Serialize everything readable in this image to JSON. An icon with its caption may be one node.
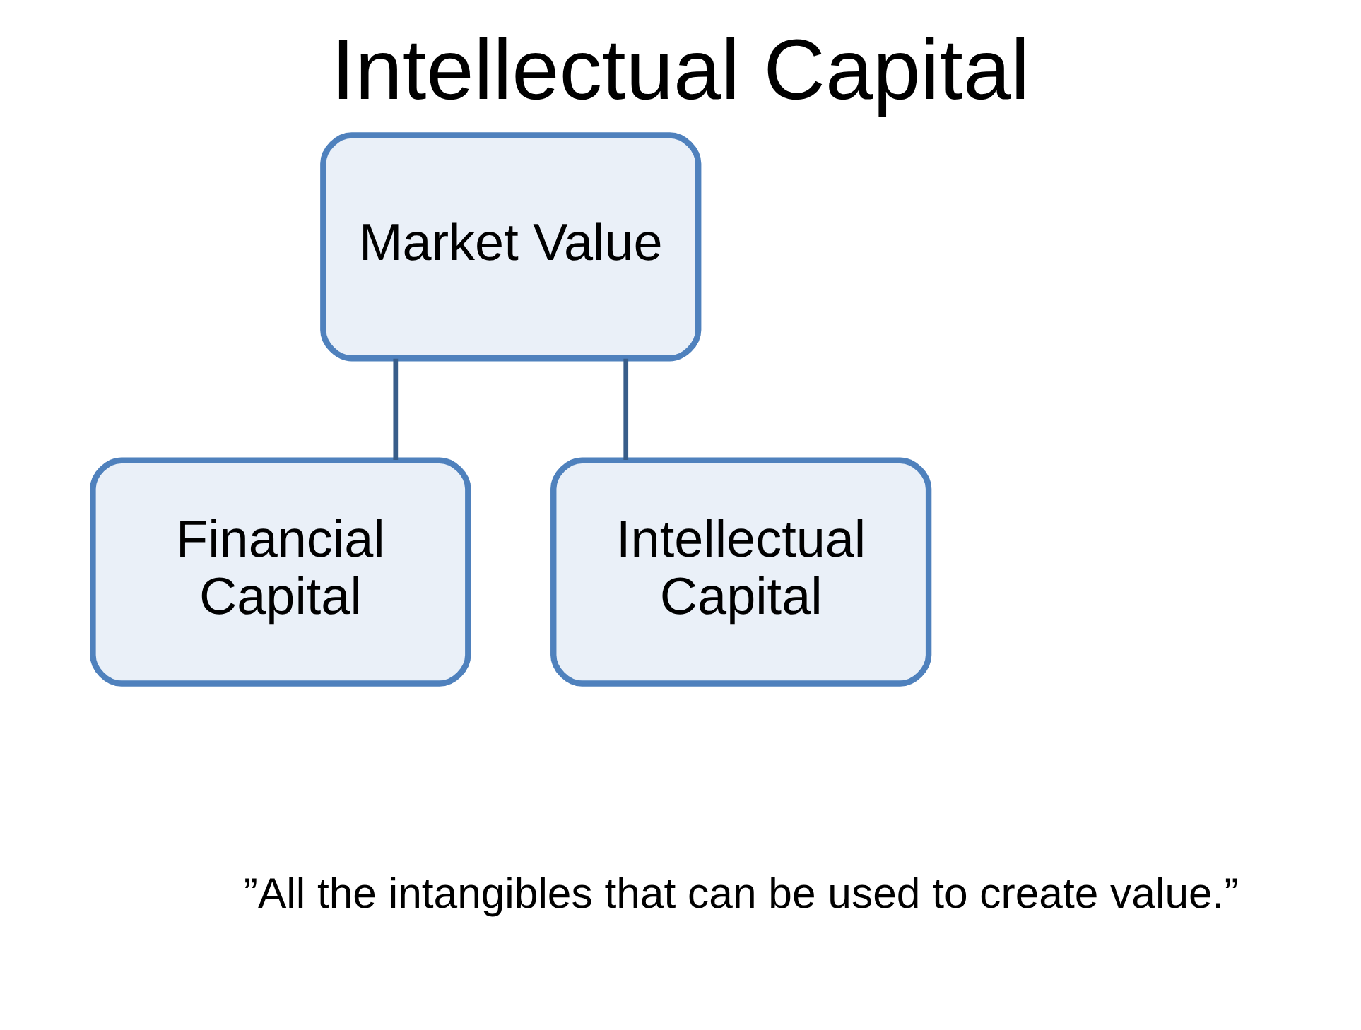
{
  "diagram": {
    "title": "Intellectual Capital",
    "caption": "”All the intangibles that can be used to create value.”",
    "nodes": [
      {
        "text": [
          "Market Value"
        ]
      },
      {
        "text": [
          "Financial Capital"
        ]
      },
      {
        "text": [
          "Intellectual Capital"
        ]
      }
    ],
    "edges": [
      {
        "from": 0,
        "to": 1,
        "arrow": "none"
      },
      {
        "from": 0,
        "to": 2,
        "arrow": "none"
      }
    ]
  }
}
